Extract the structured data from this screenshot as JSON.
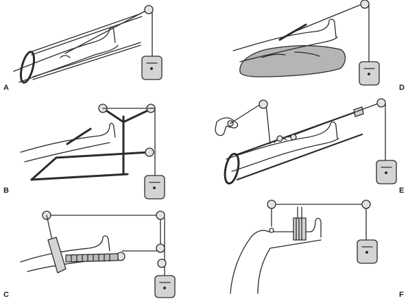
{
  "panels": [
    {
      "label": "A"
    },
    {
      "label": "B"
    },
    {
      "label": "C"
    },
    {
      "label": "D"
    },
    {
      "label": "E"
    },
    {
      "label": "F"
    }
  ],
  "colors": {
    "line": "#2a2a2a",
    "weight_fill": "#d4d4d4",
    "pulley_fill": "#e3e3e3",
    "pillow_fill": "#b5b5b5",
    "background": "#ffffff"
  }
}
